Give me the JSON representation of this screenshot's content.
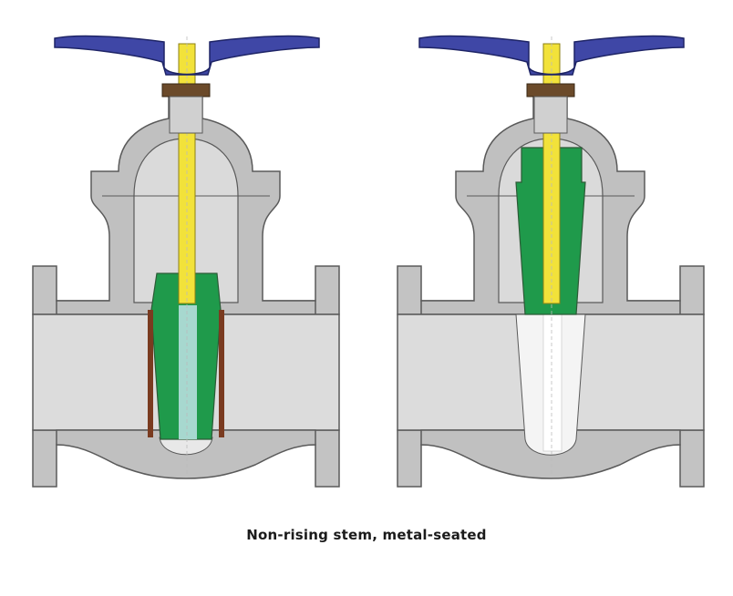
{
  "caption": "Non-rising stem, metal-seated",
  "colors": {
    "body": "#bdbdbd",
    "body_dark": "#8f8f8f",
    "bore": "#dcdcdc",
    "handwheel": "#3f47a6",
    "stem": "#f2e23a",
    "wedge": "#1f9a4b",
    "wedge_open_channel": "#a7d8cf",
    "packing": "#6b4a2a",
    "outline": "#5a5a5a"
  },
  "views": [
    {
      "name": "valve-closed",
      "state": "closed"
    },
    {
      "name": "valve-open",
      "state": "open"
    }
  ]
}
